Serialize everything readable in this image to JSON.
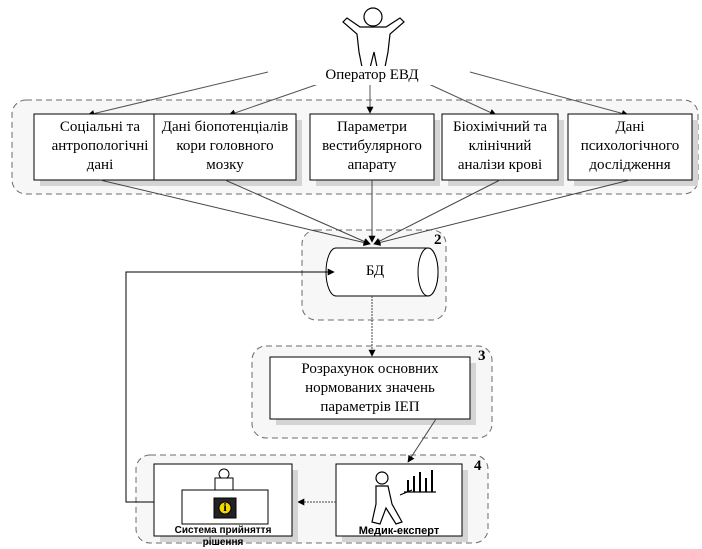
{
  "operator": {
    "label": "Оператор ЕВД"
  },
  "sources": [
    {
      "lines": [
        "Соціальні та",
        "антропологічні",
        "дані"
      ]
    },
    {
      "lines": [
        "Дані біопотенціалів",
        "кори головного",
        "мозку"
      ]
    },
    {
      "lines": [
        "Параметри",
        "вестибулярного",
        "апарату"
      ]
    },
    {
      "lines": [
        "Біохімічний та",
        "клінічний",
        "аналізи крові"
      ]
    },
    {
      "lines": [
        "Дані",
        "психологічного",
        "дослідження"
      ]
    }
  ],
  "db": {
    "label": "БД",
    "group_number": "2"
  },
  "calc": {
    "lines": [
      "Розрахунок основних",
      "нормованих значень",
      "параметрів ІЕП"
    ],
    "group_number": "3"
  },
  "decision": {
    "label": "Система прийняття рішення",
    "info_glyph": "i"
  },
  "expert": {
    "label": "Медик-експерт"
  },
  "bottom_group_number": "4",
  "colors": {
    "stroke": "#000000",
    "group_border": "#6b6b6b",
    "group_fill": "#f7f7f7",
    "box_fill": "#ffffff",
    "shadow": "#d4d4d4"
  }
}
